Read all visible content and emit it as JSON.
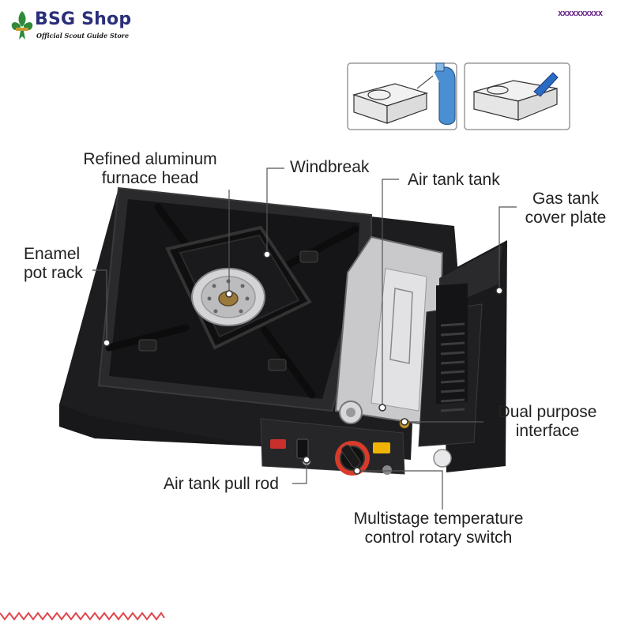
{
  "brand": {
    "name": "BSG Shop",
    "tagline": "Official Scout Guide Store",
    "accent_color": "#2a2f7a",
    "logo_color": "#2f8a3a"
  },
  "corner_marks": "xxxxxxxxxx",
  "labels": {
    "furnace_head_1": "Refined aluminum",
    "furnace_head_2": "furnace head",
    "windbreak": "Windbreak",
    "air_tank": "Air tank tank",
    "cover_plate_1": "Gas tank",
    "cover_plate_2": "cover plate",
    "pot_rack_1": "Enamel",
    "pot_rack_2": "pot rack",
    "interface_1": "Dual purpose",
    "interface_2": "interface",
    "pull_rod": "Air tank pull rod",
    "switch_1": "Multistage temperature",
    "switch_2": "control rotary switch"
  },
  "colors": {
    "stove_body": "#1d1d1f",
    "zigzag": "#e0454a",
    "knob_red": "#d93b2b"
  }
}
